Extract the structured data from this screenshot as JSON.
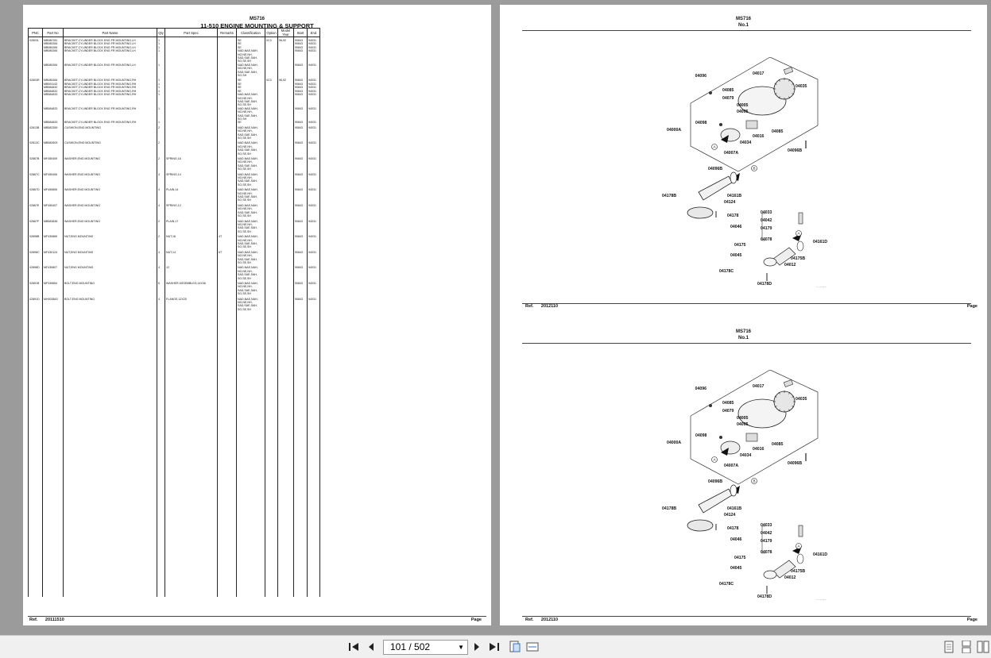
{
  "left_page": {
    "model": "MS716",
    "title": "11-510 ENGINE MOUNTING & SUPPORT",
    "columns": [
      "PNC",
      "Part No",
      "Part Name",
      "Qty",
      "Part Spec",
      "Remarks",
      "Classification",
      "Option",
      "Model Year",
      "Start",
      "End"
    ],
    "rows": [
      [
        "02803L",
        "MB080781",
        "BRACKET,CYLINDER BLOCK ENG FR MOUNTING,LH",
        "1",
        "",
        "",
        "SE",
        "0C3",
        "96,92",
        "90843",
        "94031"
      ],
      [
        "",
        "MB080284",
        "BRACKET,CYLINDER BLOCK ENG FR MOUNTING,LH",
        "1",
        "",
        "",
        "SE",
        "",
        "",
        "90843",
        "94031"
      ],
      [
        "",
        "MB080284",
        "BRACKET,CYLINDER BLOCK ENG FR MOUNTING,LH",
        "1",
        "",
        "",
        "SE",
        "",
        "",
        "90843",
        "94031"
      ],
      [
        "",
        "MB080284",
        "BRACKET,CYLINDER BLOCK ENG FR MOUNTING,LH",
        "1",
        "",
        "",
        "NAD,NAE,NAH,",
        "",
        "",
        "90843",
        "94031"
      ],
      [
        "",
        "",
        "",
        "",
        "",
        "",
        "NO,NE,NH,",
        "",
        "",
        "",
        ""
      ],
      [
        "",
        "",
        "",
        "",
        "",
        "",
        "SAD,SAE,SAH,",
        "",
        "",
        "",
        ""
      ],
      [
        "",
        "",
        "",
        "",
        "",
        "",
        "SO,SE,SH",
        "",
        "",
        "",
        ""
      ],
      [
        "",
        "MB080284",
        "BRACKET,CYLINDER BLOCK ENG FR MOUNTING,LH",
        "1",
        "",
        "",
        "NAD,NAE,NAH,",
        "",
        "",
        "90843",
        "94031"
      ],
      [
        "",
        "",
        "",
        "",
        "",
        "",
        "NO,NE,NH,",
        "",
        "",
        "",
        ""
      ],
      [
        "",
        "",
        "",
        "",
        "",
        "",
        "SAD,SAE,SAH,",
        "",
        "",
        "",
        ""
      ],
      [
        "",
        "",
        "",
        "",
        "",
        "",
        "SO,SH",
        "",
        "",
        "",
        ""
      ],
      [
        "02803R",
        "MB080284",
        "BRACKET,CYLINDER BLOCK ENG FR MOUNTING,RH",
        "1",
        "",
        "",
        "SE",
        "0C3",
        "96,92",
        "90843",
        "94031"
      ],
      [
        "",
        "MB591143",
        "BRACKET,CYLINDER BLOCK ENG FR MOUNTING,RH",
        "1",
        "",
        "",
        "SE",
        "",
        "",
        "90843",
        "94031"
      ],
      [
        "",
        "MB584832",
        "BRACKET,CYLINDER BLOCK ENG FR MOUNTING,RH",
        "1",
        "",
        "",
        "SE",
        "",
        "",
        "90843",
        "94031"
      ],
      [
        "",
        "MB584832",
        "BRACKET,CYLINDER BLOCK ENG FR MOUNTING,RH",
        "1",
        "",
        "",
        "SE",
        "",
        "",
        "90843",
        "94031"
      ],
      [
        "",
        "MB584833",
        "BRACKET,CYLINDER BLOCK ENG FR MOUNTING,RH",
        "1",
        "",
        "",
        "NAD,NAE,NAH,",
        "",
        "",
        "90843",
        "94031"
      ],
      [
        "",
        "",
        "",
        "",
        "",
        "",
        "NO,NE,NH,",
        "",
        "",
        "",
        ""
      ],
      [
        "",
        "",
        "",
        "",
        "",
        "",
        "SAD,SAE,SAH,",
        "",
        "",
        "",
        ""
      ],
      [
        "",
        "",
        "",
        "",
        "",
        "",
        "SO,SE,SH",
        "",
        "",
        "",
        ""
      ],
      [
        "",
        "MB584833",
        "BRACKET,CYLINDER BLOCK ENG FR MOUNTING,RH",
        "1",
        "",
        "",
        "NAD,NAE,NAH,",
        "",
        "",
        "90843",
        "94031"
      ],
      [
        "",
        "",
        "",
        "",
        "",
        "",
        "NO,NE,NH,",
        "",
        "",
        "",
        ""
      ],
      [
        "",
        "",
        "",
        "",
        "",
        "",
        "SAD,SAE,SAH,",
        "",
        "",
        "",
        ""
      ],
      [
        "",
        "",
        "",
        "",
        "",
        "",
        "SO,SH",
        "",
        "",
        "",
        ""
      ],
      [
        "",
        "MB584833",
        "BRACKET,CYLINDER BLOCK ENG FR MOUNTING,RH",
        "1",
        "",
        "",
        "SE",
        "",
        "",
        "90843",
        "94031"
      ],
      [
        "02813B",
        "MB582359",
        "CUSHION,ENG MOUNTING",
        "2",
        "",
        "",
        "NAD,NAE,NAH,",
        "",
        "",
        "90843",
        "94031"
      ],
      [
        "",
        "",
        "",
        "",
        "",
        "",
        "NO,NE,NH,",
        "",
        "",
        "",
        ""
      ],
      [
        "",
        "",
        "",
        "",
        "",
        "",
        "SAD,SAE,SAH,",
        "",
        "",
        "",
        ""
      ],
      [
        "",
        "",
        "",
        "",
        "",
        "",
        "SO,SE,SH",
        "",
        "",
        "",
        ""
      ],
      [
        "02813C",
        "MB582609",
        "CUSHION,ENG MOUNTING",
        "2",
        "",
        "",
        "NAD,NAE,NAH,",
        "",
        "",
        "90843",
        "94031"
      ],
      [
        "",
        "",
        "",
        "",
        "",
        "",
        "NO,NE,NH,",
        "",
        "",
        "",
        ""
      ],
      [
        "",
        "",
        "",
        "",
        "",
        "",
        "SAD,SAE,SAH,",
        "",
        "",
        "",
        ""
      ],
      [
        "",
        "",
        "",
        "",
        "",
        "",
        "SO,SE,SH",
        "",
        "",
        "",
        ""
      ],
      [
        "02867B",
        "MF450409",
        "WASHER,ENG MOUNTING",
        "2",
        "SPRING,16",
        "",
        "NAD,NAE,NAH,",
        "",
        "",
        "90843",
        "94031"
      ],
      [
        "",
        "",
        "",
        "",
        "",
        "",
        "NO,NE,NH,",
        "",
        "",
        "",
        ""
      ],
      [
        "",
        "",
        "",
        "",
        "",
        "",
        "SAD,SAE,SAH,",
        "",
        "",
        "",
        ""
      ],
      [
        "",
        "",
        "",
        "",
        "",
        "",
        "SO,SE,SH",
        "",
        "",
        "",
        ""
      ],
      [
        "02867C",
        "MF450406",
        "WASHER,ENG MOUNTING",
        "4",
        "SPRING,14",
        "",
        "NAD,NAE,NAH,",
        "",
        "",
        "90843",
        "94031"
      ],
      [
        "",
        "",
        "",
        "",
        "",
        "",
        "NO,NE,NH,",
        "",
        "",
        "",
        ""
      ],
      [
        "",
        "",
        "",
        "",
        "",
        "",
        "SAD,SAE,SAH,",
        "",
        "",
        "",
        ""
      ],
      [
        "",
        "",
        "",
        "",
        "",
        "",
        "SO,SE,SH",
        "",
        "",
        "",
        ""
      ],
      [
        "02867D",
        "MF450806",
        "WASHER,ENG MOUNTING",
        "4",
        "PLAIN,14",
        "",
        "NAD,NAE,NAH,",
        "",
        "",
        "90843",
        "94031"
      ],
      [
        "",
        "",
        "",
        "",
        "",
        "",
        "NO,NE,NH,",
        "",
        "",
        "",
        ""
      ],
      [
        "",
        "",
        "",
        "",
        "",
        "",
        "SAD,SAE,SAH,",
        "",
        "",
        "",
        ""
      ],
      [
        "",
        "",
        "",
        "",
        "",
        "",
        "SO,SE,SH",
        "",
        "",
        "",
        ""
      ],
      [
        "02867E",
        "MF450407",
        "WASHER,ENG MOUNTING",
        "4",
        "SPRING,12",
        "",
        "NAD,NAE,NAH,",
        "",
        "",
        "90843",
        "94031"
      ],
      [
        "",
        "",
        "",
        "",
        "",
        "",
        "NO,NE,NH,",
        "",
        "",
        "",
        ""
      ],
      [
        "",
        "",
        "",
        "",
        "",
        "",
        "SAD,SAE,SAH,",
        "",
        "",
        "",
        ""
      ],
      [
        "",
        "",
        "",
        "",
        "",
        "",
        "SO,SE,SH",
        "",
        "",
        "",
        ""
      ],
      [
        "02867F",
        "MB583836",
        "WASHER,ENG MOUNTING",
        "2",
        "PLAIN,17",
        "",
        "NAD,NAE,NAH,",
        "",
        "",
        "90843",
        "94031"
      ],
      [
        "",
        "",
        "",
        "",
        "",
        "",
        "NO,NE,NH,",
        "",
        "",
        "",
        ""
      ],
      [
        "",
        "",
        "",
        "",
        "",
        "",
        "SAD,SAE,SAH,",
        "",
        "",
        "",
        ""
      ],
      [
        "",
        "",
        "",
        "",
        "",
        "",
        "SO,SE,SH",
        "",
        "",
        "",
        ""
      ],
      [
        "02898B",
        "MF430869",
        "NUT,ENG MOUNTING",
        "2",
        "NUT,16",
        "4T",
        "NAD,NAE,NAH,",
        "",
        "",
        "90843",
        "94031"
      ],
      [
        "",
        "",
        "",
        "",
        "",
        "",
        "NO,NE,NH,",
        "",
        "",
        "",
        ""
      ],
      [
        "",
        "",
        "",
        "",
        "",
        "",
        "SAD,SAE,SAH,",
        "",
        "",
        "",
        ""
      ],
      [
        "",
        "",
        "",
        "",
        "",
        "",
        "SO,SE,SH",
        "",
        "",
        "",
        ""
      ],
      [
        "02898C",
        "MF430124",
        "NUT,ENG MOUNTING",
        "4",
        "NUT,14",
        "6T",
        "NAD,NAE,NAH,",
        "",
        "",
        "90843",
        "94031"
      ],
      [
        "",
        "",
        "",
        "",
        "",
        "",
        "NO,NE,NH,",
        "",
        "",
        "",
        ""
      ],
      [
        "",
        "",
        "",
        "",
        "",
        "",
        "SAD,SAE,SAH,",
        "",
        "",
        "",
        ""
      ],
      [
        "",
        "",
        "",
        "",
        "",
        "",
        "SO,SE,SH",
        "",
        "",
        "",
        ""
      ],
      [
        "02898D",
        "MF430807",
        "NUT,ENG MOUNTING",
        "4",
        "12",
        "",
        "NAD,NAE,NAH,",
        "",
        "",
        "90843",
        "94031"
      ],
      [
        "",
        "",
        "",
        "",
        "",
        "",
        "NO,NE,NH,",
        "",
        "",
        "",
        ""
      ],
      [
        "",
        "",
        "",
        "",
        "",
        "",
        "SAD,SAE,SAH,",
        "",
        "",
        "",
        ""
      ],
      [
        "",
        "",
        "",
        "",
        "",
        "",
        "SO,SE,SH",
        "",
        "",
        "",
        ""
      ],
      [
        "02891B",
        "MF330854",
        "BOLT,ENG MOUNTING",
        "6",
        "WASHER ASSEMBLED,14X36",
        "",
        "NAD,NAE,NAH,",
        "",
        "",
        "90843",
        "94031"
      ],
      [
        "",
        "",
        "",
        "",
        "",
        "",
        "NO,NE,NH,",
        "",
        "",
        "",
        ""
      ],
      [
        "",
        "",
        "",
        "",
        "",
        "",
        "SAD,SAE,SAH,",
        "",
        "",
        "",
        ""
      ],
      [
        "",
        "",
        "",
        "",
        "",
        "",
        "SO,SE,SH",
        "",
        "",
        "",
        ""
      ],
      [
        "02891D",
        "MH003843",
        "BOLT,ENG MOUNTING",
        "4",
        "FLANGE,12X25",
        "",
        "NAD,NAE,NAH,",
        "",
        "",
        "90843",
        "94031"
      ],
      [
        "",
        "",
        "",
        "",
        "",
        "",
        "NO,NE,NH,",
        "",
        "",
        "",
        ""
      ],
      [
        "",
        "",
        "",
        "",
        "",
        "",
        "SAD,SAE,SAH,",
        "",
        "",
        "",
        ""
      ],
      [
        "",
        "",
        "",
        "",
        "",
        "",
        "SO,SE,SH",
        "",
        "",
        "",
        ""
      ]
    ],
    "ref_label": "Ref.",
    "ref_value": "20111510",
    "page_label": "Page"
  },
  "right_page": {
    "diagrams": [
      {
        "model": "MS716",
        "sub": "No.1",
        "ref_label": "Ref.",
        "ref_value": "2012110",
        "page_label": "Page"
      },
      {
        "model": "MS716",
        "sub": "No.1",
        "ref_label": "Ref.",
        "ref_value": "2012110",
        "page_label": "Page"
      }
    ],
    "callouts": {
      "c04017": "04017",
      "c04096": "04096",
      "c04035": "04035",
      "c04085a": "04085",
      "c04079": "04079",
      "c04005": "04005",
      "c04095": "04095",
      "c04098": "04098",
      "c04000A": "04000A",
      "c04016": "04016",
      "c04085b": "04085",
      "c04034": "04034",
      "c04007A": "04007A",
      "c04096B": "04096B",
      "c04096Bb": "04096B",
      "c04178B": "04178B",
      "c04161B": "04161B",
      "c04124": "04124",
      "c04178": "04178",
      "c04033": "04033",
      "c04042": "04042",
      "c04046": "04046",
      "c04179": "04179",
      "c04078": "04078",
      "c04161D": "04161D",
      "c04175": "04175",
      "c04045": "04045",
      "c04175B": "04175B",
      "c04012": "04012",
      "c04178C": "04178C",
      "c04178D": "04178D",
      "markA": "A",
      "markB": "B",
      "code": "2A0022"
    }
  },
  "toolbar": {
    "page_indicator": "101 / 502",
    "icons": [
      "first-page-icon",
      "prev-page-icon",
      "next-page-icon",
      "last-page-icon",
      "fit-page-icon",
      "fit-width-icon",
      "single-page-icon",
      "continuous-icon",
      "two-page-icon"
    ]
  }
}
